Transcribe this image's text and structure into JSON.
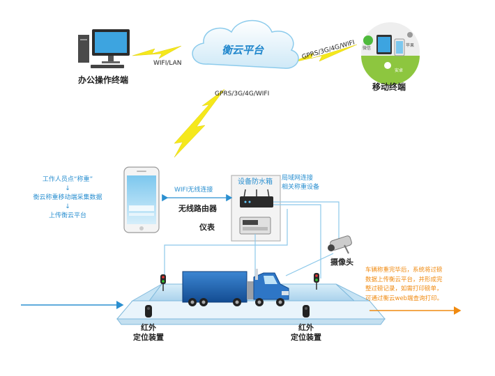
{
  "cloud": {
    "title": "衡云平台"
  },
  "office": {
    "label": "办公操作终端",
    "link_label": "WIFI/LAN"
  },
  "mobile": {
    "label": "移动终端",
    "link_label": "GPRS/3G/4G/WIFI",
    "icon_labels": [
      "微信",
      "苹果",
      "安卓"
    ]
  },
  "phone_link": {
    "label": "GPRS/3G/4G/WIFI"
  },
  "steps": [
    "工作人员点“称重”",
    "↓",
    "衡云称重移动端采集数据",
    "↓",
    "上传衡云平台"
  ],
  "wifi_link": {
    "label": "WIFI无线连接"
  },
  "box": {
    "title": "设备防水箱"
  },
  "lan": {
    "line1": "局域网连接",
    "line2": "相关称重设备"
  },
  "router": {
    "label": "无线路由器"
  },
  "meter": {
    "label": "仪表"
  },
  "camera": {
    "label": "摄像头"
  },
  "ir_left": {
    "line1": "红外",
    "line2": "定位装置"
  },
  "ir_right": {
    "line1": "红外",
    "line2": "定位装置"
  },
  "note": {
    "lines": [
      "车辆称重完毕后，系统将过磅",
      "数据上传衡云平台，并形成完",
      "整过磅记录，如需打印磅单，",
      "可通过衡云web端查询打印。"
    ]
  },
  "colors": {
    "blue": "#2a8fd0",
    "orange": "#f08a10",
    "bolt": "#f5e81c",
    "truck": "#1f5fa8"
  }
}
